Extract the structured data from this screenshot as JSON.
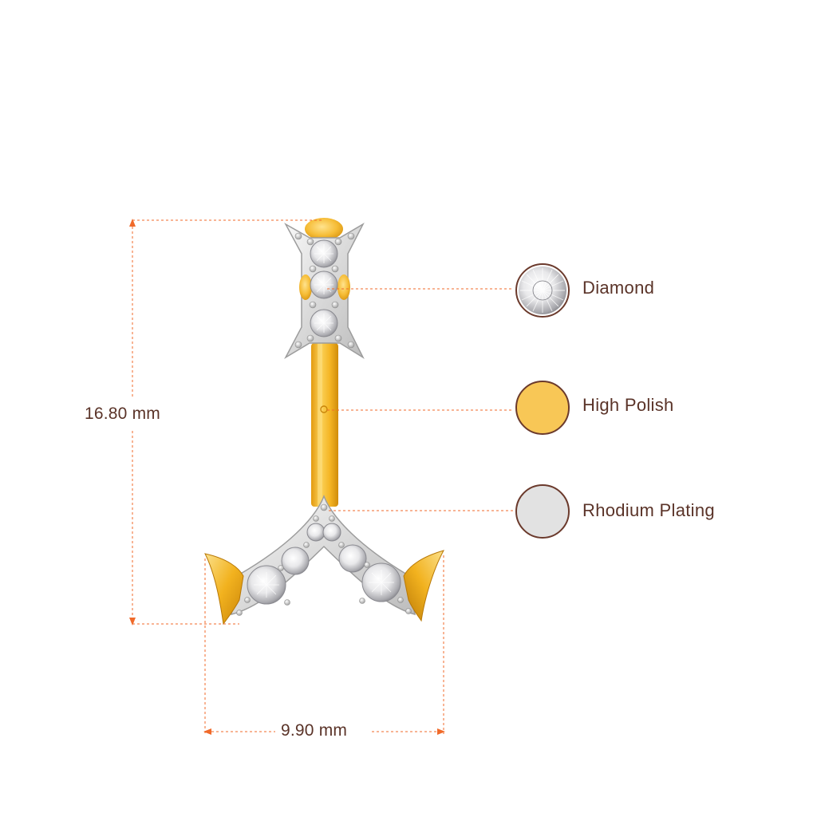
{
  "dimensions": {
    "height_label": "16.80 mm",
    "width_label": "9.90 mm"
  },
  "legend": [
    {
      "label": "Diamond",
      "icon": "diamond-swatch-icon"
    },
    {
      "label": "High Polish",
      "icon": "gold-swatch-icon",
      "color": "#f8c756"
    },
    {
      "label": "Rhodium Plating",
      "icon": "rhodium-swatch-icon",
      "color": "#e2e2e2"
    }
  ],
  "colors": {
    "guide_line": "#f06a2a",
    "text": "#5a3328",
    "gold": "#f2b21f",
    "gold_light": "#fbd760",
    "gold_dark": "#c98509",
    "rhodium": "#e6e6e6"
  }
}
